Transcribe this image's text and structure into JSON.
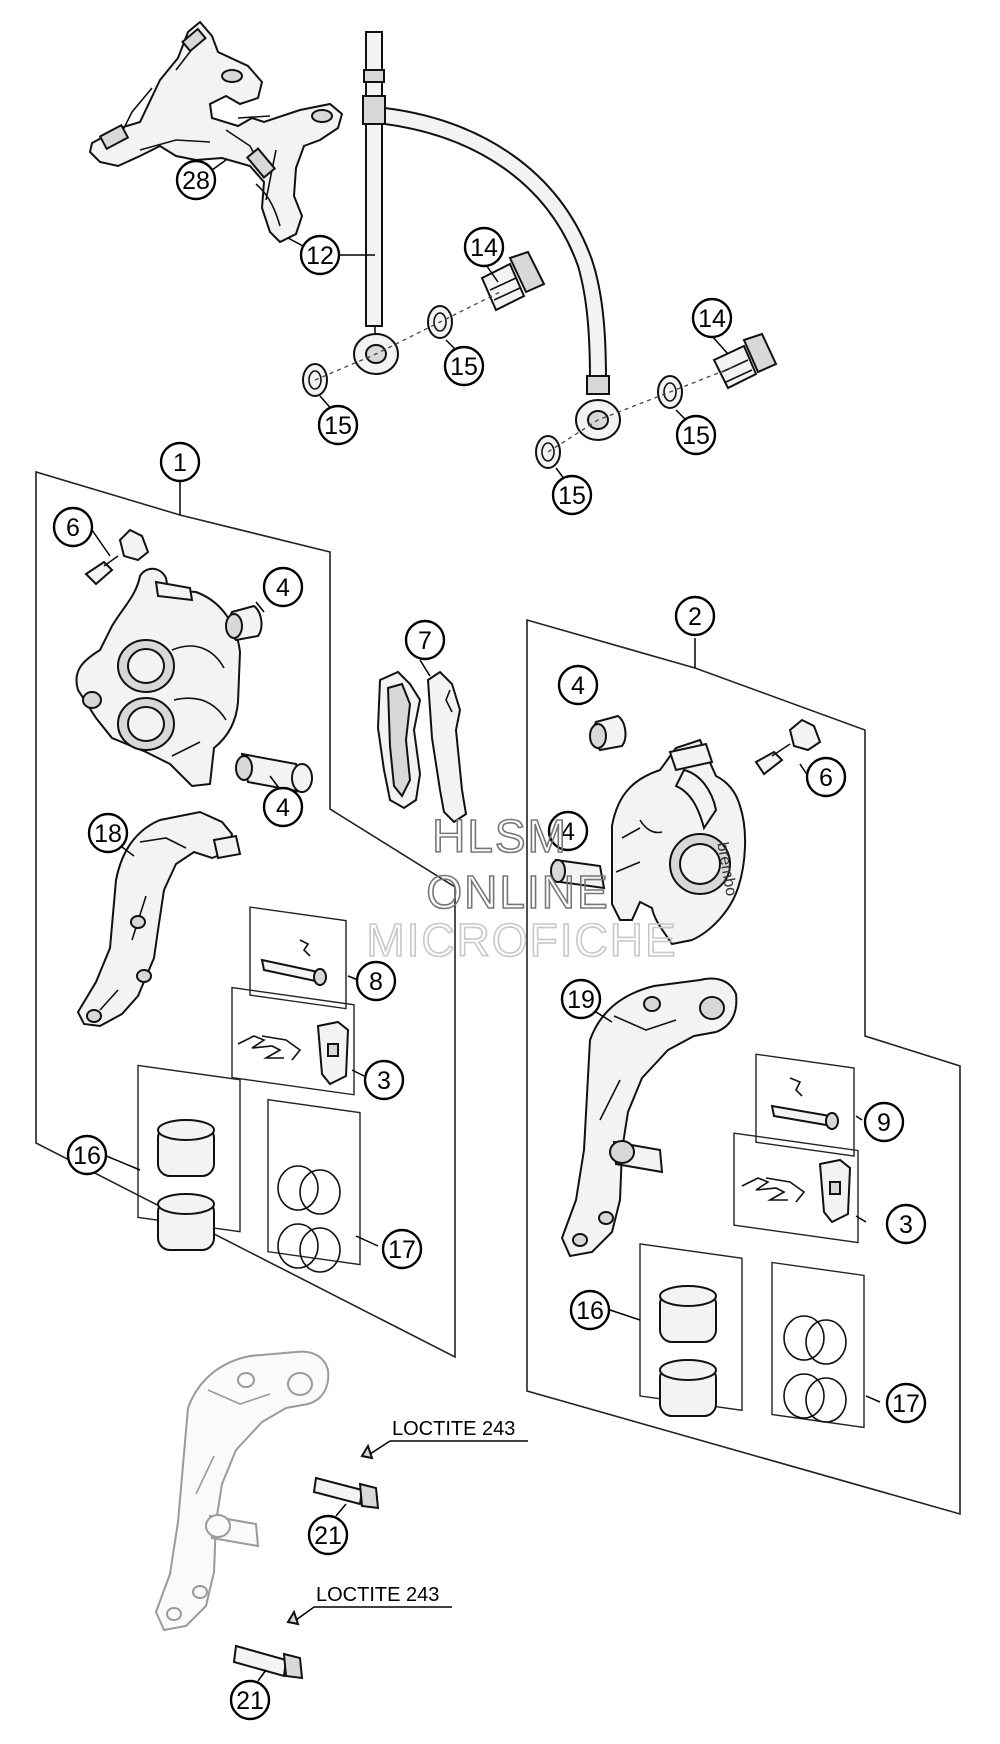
{
  "callouts": [
    {
      "id": "c28a",
      "label": "28"
    },
    {
      "id": "c12a",
      "label": "12"
    },
    {
      "id": "c14a",
      "label": "14"
    },
    {
      "id": "c15a",
      "label": "15"
    },
    {
      "id": "c15b",
      "label": "15"
    },
    {
      "id": "c14b",
      "label": "14"
    },
    {
      "id": "c15c",
      "label": "15"
    },
    {
      "id": "c15d",
      "label": "15"
    },
    {
      "id": "c1",
      "label": "1"
    },
    {
      "id": "c6a",
      "label": "6"
    },
    {
      "id": "c4a",
      "label": "4"
    },
    {
      "id": "c4b",
      "label": "4"
    },
    {
      "id": "c7",
      "label": "7"
    },
    {
      "id": "c2",
      "label": "2"
    },
    {
      "id": "c4c",
      "label": "4"
    },
    {
      "id": "c6b",
      "label": "6"
    },
    {
      "id": "c4d",
      "label": "4"
    },
    {
      "id": "c18",
      "label": "18"
    },
    {
      "id": "c8",
      "label": "8"
    },
    {
      "id": "c3a",
      "label": "3"
    },
    {
      "id": "c16a",
      "label": "16"
    },
    {
      "id": "c17a",
      "label": "17"
    },
    {
      "id": "c19",
      "label": "19"
    },
    {
      "id": "c9",
      "label": "9"
    },
    {
      "id": "c3b",
      "label": "3"
    },
    {
      "id": "c16b",
      "label": "16"
    },
    {
      "id": "c17b",
      "label": "17"
    },
    {
      "id": "c21a",
      "label": "21"
    },
    {
      "id": "c21b",
      "label": "21"
    }
  ],
  "notes": {
    "loctite_top": "LOCTITE 243",
    "loctite_bottom": "LOCTITE 243"
  },
  "caliper_brand": "brembo",
  "watermark": {
    "line1": "HLSM",
    "line2": "ONLINE",
    "line3": "MICROFICHE"
  }
}
